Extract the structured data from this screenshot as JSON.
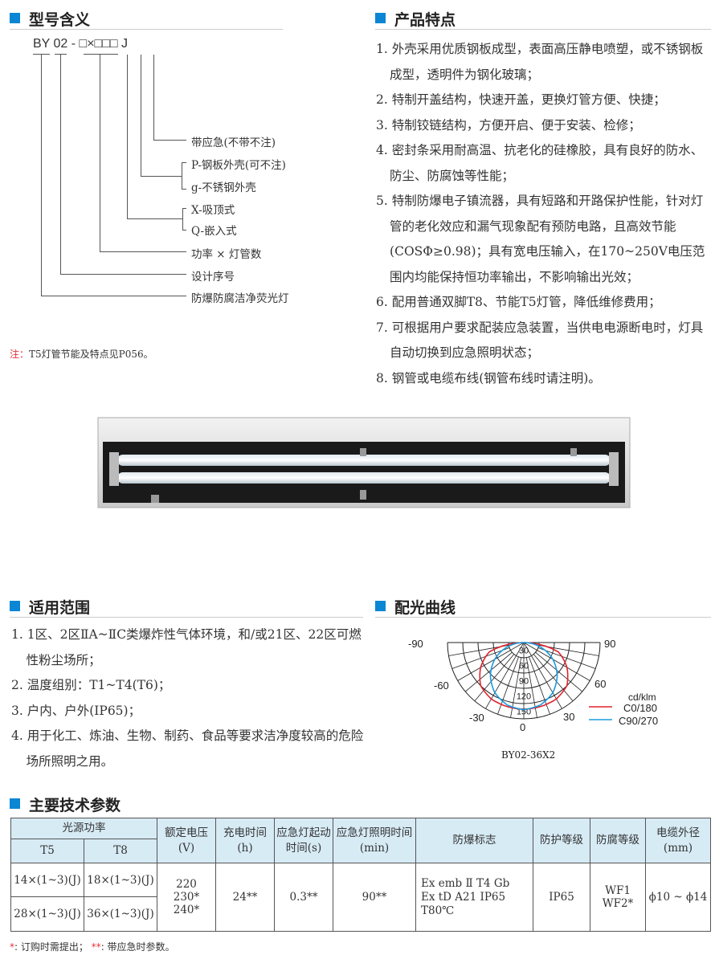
{
  "sections": {
    "model": "型号含义",
    "features": "产品特点",
    "application": "适用范围",
    "curve": "配光曲线",
    "params": "主要技术参数"
  },
  "model_code": {
    "prefix": "BY",
    "series": "02",
    "dash": "-",
    "boxes": "□×□□□",
    "suffix": "J"
  },
  "model_labels": [
    "带应急(不带不注)",
    "P-钢板外壳(可不注)",
    "g-不锈钢外壳",
    "X-吸顶式",
    "Q-嵌入式",
    "功率 × 灯管数",
    "设计序号",
    "防爆防腐洁净荧光灯"
  ],
  "model_note": {
    "mark": "注：",
    "text": "T5灯管节能及特点见P056。"
  },
  "features": [
    "1. 外壳采用优质钢板成型，表面高压静电喷塑，或不锈钢板成型，透明件为钢化玻璃；",
    "2. 特制开盖结构，快速开盖，更换灯管方便、快捷；",
    "3. 特制铰链结构，方便开启、便于安装、检修；",
    "4. 密封条采用耐高温、抗老化的硅橡胶，具有良好的防水、防尘、防腐蚀等性能；",
    "5. 特制防爆电子镇流器，具有短路和开路保护性能，针对灯管的老化效应和漏气现象配有预防电路，且高效节能(COSΦ≥0.98)；具有宽电压输入，在170~250V电压范围内均能保持恒功率输出，不影响输出光效；",
    "6. 配用普通双脚T8、节能T5灯管，降低维修费用；",
    "7. 可根据用户要求配装应急装置，当供电电源断电时，灯具自动切换到应急照明状态；",
    "8. 钢管或电缆布线(钢管布线时请注明)。"
  ],
  "application": [
    "1. 1区、2区ⅡA~ⅡC类爆炸性气体环境，和/或21区、22区可燃性粉尘场所；",
    "2. 温度组别：T1~T4(T6)；",
    "3. 户内、户外(IP65)；",
    "4. 用于化工、炼油、生物、制药、食品等要求洁净度较高的危险场所照明之用。"
  ],
  "chart_data": {
    "type": "polar",
    "title": "BY02-36X2",
    "unit": "cd/klm",
    "angle_labels": [
      "-90",
      "90",
      "-60",
      "60",
      "-30",
      "30",
      "0"
    ],
    "radial_ticks": [
      "30",
      "60",
      "90",
      "120",
      "150"
    ],
    "rlim": [
      0,
      150
    ],
    "angles": [
      0,
      15,
      30,
      45,
      60,
      75,
      90
    ],
    "series": [
      {
        "name": "C0/180",
        "color": "#e0242f",
        "values": [
          131,
          130,
          128,
          120,
          98,
          70,
          0
        ]
      },
      {
        "name": "C90/270",
        "color": "#1a9be0",
        "values": [
          132,
          127,
          114,
          93,
          66,
          34,
          0
        ]
      }
    ]
  },
  "table": {
    "h_power": "光源功率",
    "h_t5": "T5",
    "h_t8": "T8",
    "h_voltage": "额定电压(V)",
    "h_charge": "充电时间(h)",
    "h_start": "应急灯起动时间(s)",
    "h_emerg": "应急灯照明时间(min)",
    "h_exmark": "防爆标志",
    "h_ip": "防护等级",
    "h_anti": "防腐等级",
    "h_cable": "电缆外径(mm)",
    "t5_1": "14×(1~3)(J)",
    "t8_1": "18×(1~3)(J)",
    "t5_2": "28×(1~3)(J)",
    "t8_2": "36×(1~3)(J)",
    "voltage": "220\n230*\n240*",
    "charge": "24**",
    "start": "0.3**",
    "emerg": "90**",
    "exmark": "Ex emb Ⅱ T4 Gb\nEx tD A21 IP65 T80℃",
    "ip": "IP65",
    "anti": "WF1\nWF2*",
    "cable": "ϕ10 ~ ϕ14"
  },
  "footnote": {
    "m1": "*",
    "t1": ": 订购时需提出；",
    "m2": "**",
    "t2": ": 带应急时参数。"
  },
  "colors": {
    "accent": "#0a86d4",
    "header_bg": "#d7ebf5",
    "note_red": "#e8303c"
  }
}
